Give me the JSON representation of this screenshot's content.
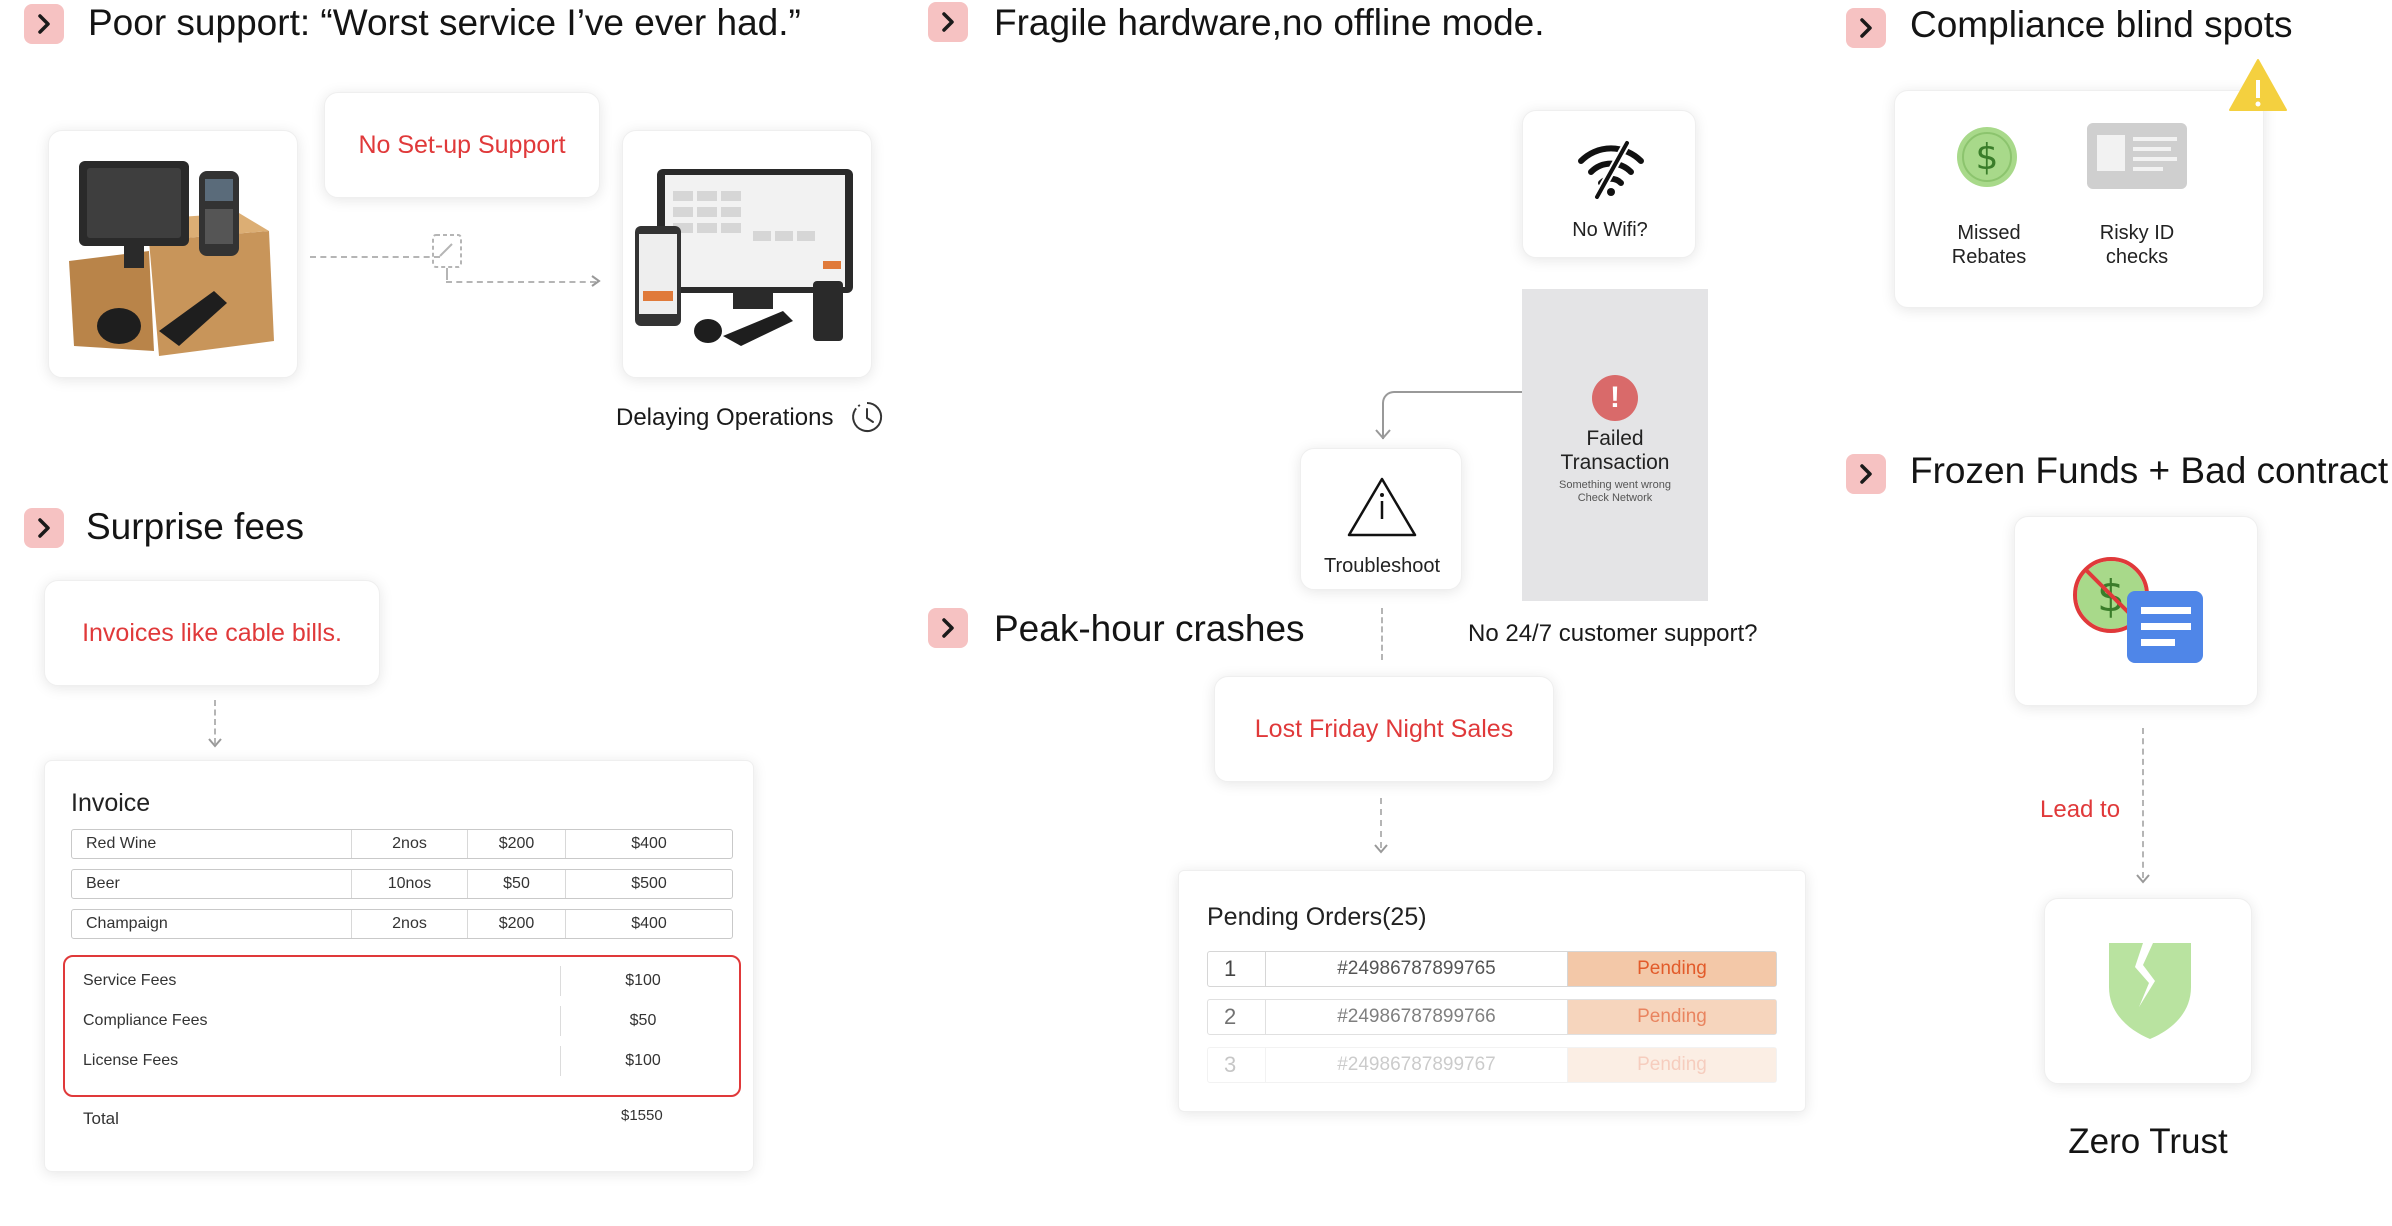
{
  "sections": {
    "poor_support": {
      "title": "Poor support: “Worst service I’ve ever had.”"
    },
    "fragile": {
      "title": "Fragile hardware,no offline mode."
    },
    "compliance": {
      "title": "Compliance blind spots"
    },
    "surprise": {
      "title": "Surprise fees"
    },
    "peak": {
      "title": "Peak-hour crashes"
    },
    "frozen": {
      "title": "Frozen Funds + Bad contract"
    }
  },
  "poor_support": {
    "callout": "No Set-up Support",
    "caption": "Delaying Operations"
  },
  "fragile": {
    "wifi_label": "No Wifi?",
    "failed_title": "Failed\nTransaction",
    "failed_sub": "Something went wrong\nCheck Network",
    "troubleshoot": "Troubleshoot",
    "support_q": "No 24/7 customer support?"
  },
  "compliance": {
    "items": [
      {
        "label": "Missed\nRebates",
        "icon": "dollar-coin-icon"
      },
      {
        "label": "Risky ID\nchecks",
        "icon": "id-card-icon"
      }
    ],
    "warning_icon": "warning-icon"
  },
  "surprise": {
    "callout": "Invoices like cable bills.",
    "invoice": {
      "title": "Invoice",
      "rows": [
        {
          "name": "Red Wine",
          "qty": "2nos",
          "unit": "$200",
          "total": "$400"
        },
        {
          "name": "Beer",
          "qty": "10nos",
          "unit": "$50",
          "total": "$500"
        },
        {
          "name": "Champaign",
          "qty": "2nos",
          "unit": "$200",
          "total": "$400"
        }
      ],
      "fees": [
        {
          "name": "Service Fees",
          "amount": "$100"
        },
        {
          "name": "Compliance Fees",
          "amount": "$50"
        },
        {
          "name": "License Fees",
          "amount": "$100"
        }
      ],
      "total_label": "Total",
      "total_value": "$1550"
    }
  },
  "peak": {
    "callout": "Lost Friday Night Sales",
    "orders": {
      "title": "Pending Orders(25)",
      "rows": [
        {
          "num": "1",
          "id": "#24986787899765",
          "status": "Pending"
        },
        {
          "num": "2",
          "id": "#24986787899766",
          "status": "Pending"
        },
        {
          "num": "3",
          "id": "#24986787899767",
          "status": "Pending"
        }
      ]
    }
  },
  "frozen": {
    "lead_to": "Lead to",
    "result": "Zero Trust"
  },
  "colors": {
    "accent_red": "#e0393a",
    "chevron_bg": "#f6c2c2",
    "pending_bg": "#f3c8a8",
    "green_icon": "#a8d98a"
  }
}
